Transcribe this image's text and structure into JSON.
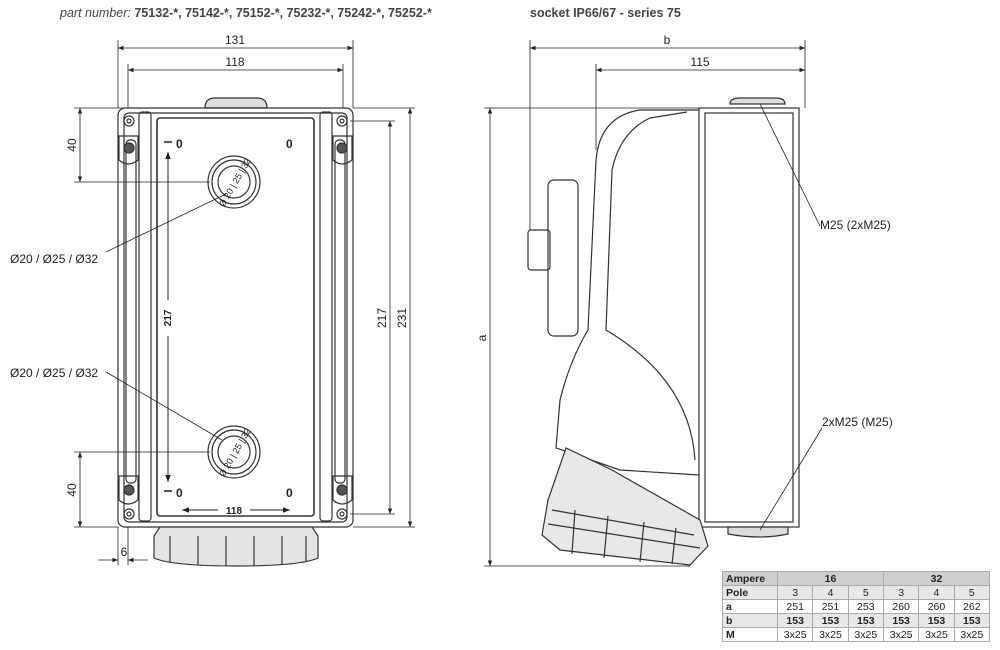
{
  "header": {
    "part_label": "part number:",
    "part_numbers": "75132-*, 75142-*, 75152-*, 75232-*, 75242-*, 75252-*",
    "series": "socket IP66/67 - series 75"
  },
  "front_view": {
    "dim_width_total": "131",
    "dim_width_inner": "118",
    "dim_top_offset": "40",
    "dim_bottom_offset": "40",
    "dim_height_inner": "217",
    "dim_height_total": "231",
    "dim_inner_vertical": "217",
    "dim_inner_horizontal": "118",
    "dim_wall": "6",
    "knockout_top_label": "Ø20 / Ø25 / Ø32",
    "knockout_bottom_label": "Ø20 / Ø25 / Ø32",
    "knockout_text": "Ø 20 | 25 | 32",
    "mark_o": "0"
  },
  "side_view": {
    "dim_b": "b",
    "dim_115": "115",
    "dim_a": "a",
    "top_label": "M25 (2xM25)",
    "bottom_label": "2xM25 (M25)"
  },
  "spec_table": {
    "header": {
      "label": "Ampere",
      "g1": "16",
      "g2": "32"
    },
    "pole": {
      "label": "Pole",
      "values": [
        "3",
        "4",
        "5",
        "3",
        "4",
        "5"
      ]
    },
    "a": {
      "label": "a",
      "values": [
        "251",
        "251",
        "253",
        "260",
        "260",
        "262"
      ]
    },
    "b": {
      "label": "b",
      "values": [
        "153",
        "153",
        "153",
        "153",
        "153",
        "153"
      ]
    },
    "m": {
      "label": "M",
      "values": [
        "3x25",
        "3x25",
        "3x25",
        "3x25",
        "3x25",
        "3x25"
      ]
    }
  }
}
